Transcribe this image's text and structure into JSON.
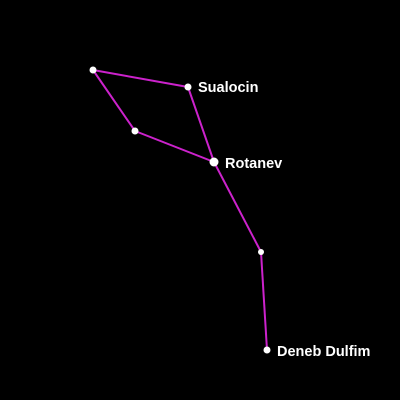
{
  "colors": {
    "background": "#000000",
    "line": "#cc22cc",
    "star": "#ffffff",
    "label": "#ffffff"
  },
  "stars": [
    {
      "id": "star-upper-left",
      "name": ""
    },
    {
      "id": "sualocin",
      "name": "Sualocin"
    },
    {
      "id": "star-middle-left",
      "name": ""
    },
    {
      "id": "rotanev",
      "name": "Rotanev"
    },
    {
      "id": "star-lower",
      "name": ""
    },
    {
      "id": "deneb-dulfim",
      "name": "Deneb Dulfim"
    }
  ],
  "lines": [
    [
      "star-upper-left",
      "sualocin"
    ],
    [
      "star-upper-left",
      "star-middle-left"
    ],
    [
      "star-middle-left",
      "rotanev"
    ],
    [
      "sualocin",
      "rotanev"
    ],
    [
      "rotanev",
      "star-lower"
    ],
    [
      "star-lower",
      "deneb-dulfim"
    ]
  ]
}
